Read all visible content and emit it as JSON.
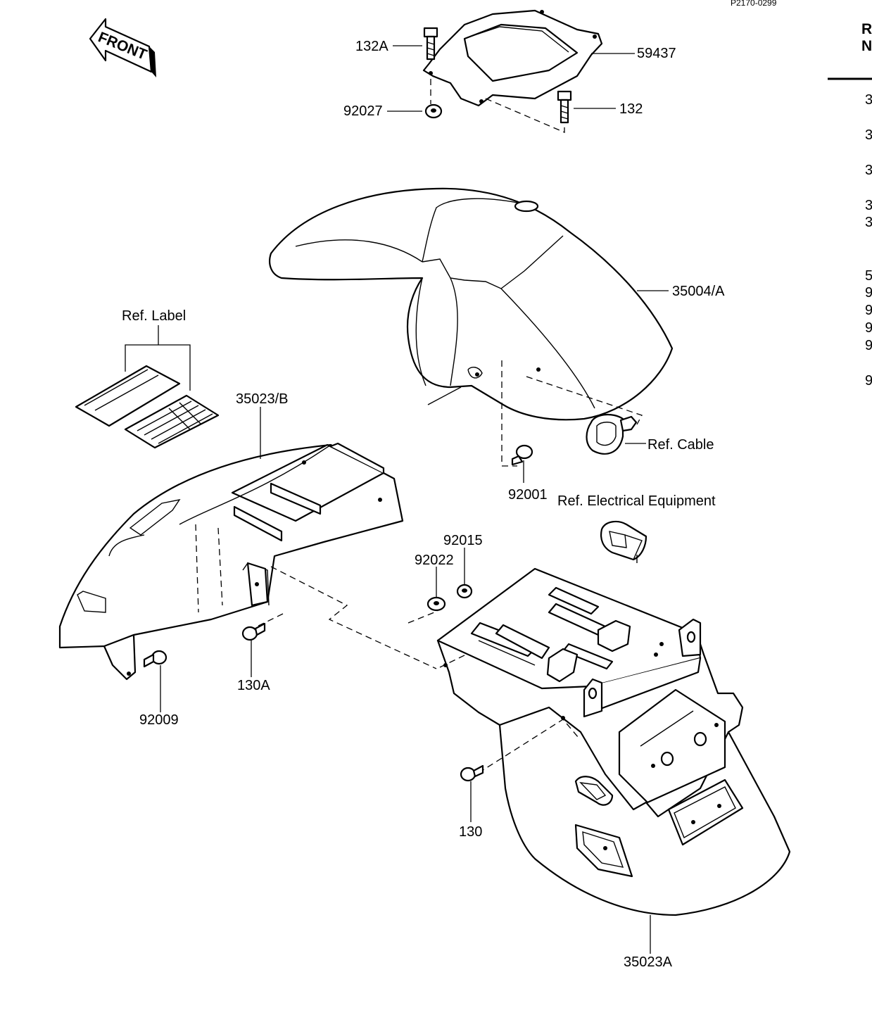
{
  "figure_code": "P2170-0299",
  "front_label": "FRONT",
  "callouts": {
    "p132A": "132A",
    "p59437": "59437",
    "p92027": "92027",
    "p132": "132",
    "p35004A": "35004/A",
    "ref_label": "Ref. Label",
    "p35023B": "35023/B",
    "ref_cable": "Ref. Cable",
    "p92001": "92001",
    "ref_electrical": "Ref. Electrical Equipment",
    "p92015": "92015",
    "p92022": "92022",
    "p130A": "130A",
    "p92009": "92009",
    "p130": "130",
    "p35023A": "35023A"
  },
  "table_header": [
    "R",
    "N"
  ],
  "table_rows": [
    "3",
    "3",
    "3",
    "3",
    "3",
    "5",
    "9",
    "9",
    "9",
    "9",
    "9"
  ]
}
